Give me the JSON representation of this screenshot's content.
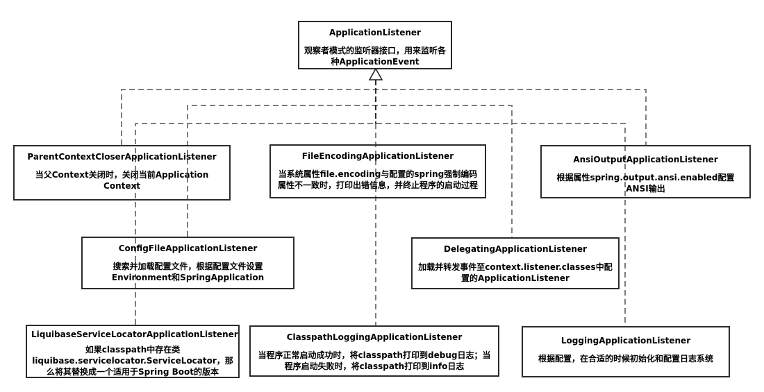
{
  "diagram": {
    "type": "uml-class-hierarchy",
    "relationship": "realization (dashed lines with hollow triangle arrowhead pointing to interface)",
    "colors": {
      "background": "#ffffff",
      "box_border": "#2b2b2b",
      "connector_line": "#7d7d7d",
      "connector_stem_dark": "#2b2b2b",
      "text": "#000000"
    },
    "root": {
      "title": "ApplicationListener",
      "desc": "观察者模式的监听器接口，用来监听各种ApplicationEvent"
    },
    "nodes": [
      {
        "id": "parent-context-closer",
        "title": "ParentContextCloserApplicationListener",
        "desc": "当父Context关闭时，关闭当前Application Context"
      },
      {
        "id": "file-encoding",
        "title": "FileEncodingApplicationListener",
        "desc": "当系统属性file.encoding与配置的spring强制编码属性不一致时，打印出错信息，并终止程序的启动过程"
      },
      {
        "id": "ansi-output",
        "title": "AnsiOutputApplicationListener",
        "desc": "根据属性spring.output.ansi.enabled配置ANSI输出"
      },
      {
        "id": "config-file",
        "title": "ConfigFileApplicationListener",
        "desc": "搜索并加载配置文件，根据配置文件设置Environment和SpringApplication"
      },
      {
        "id": "delegating",
        "title": "DelegatingApplicationListener",
        "desc": "加载并转发事件至context.listener.classes中配置的ApplicationListener"
      },
      {
        "id": "liquibase-service-locator",
        "title": "LiquibaseServiceLocatorApplicationListener",
        "desc": "如果classpath中存在类liquibase.servicelocator.ServiceLocator，那么将其替换成一个适用于Spring Boot的版本"
      },
      {
        "id": "classpath-logging",
        "title": "ClasspathLoggingApplicationListener",
        "desc": "当程序正常启动成功时，将classpath打印到debug日志；当程序启动失败时，将classpath打印到info日志"
      },
      {
        "id": "logging",
        "title": "LoggingApplicationListener",
        "desc": "根据配置，在合适的时候初始化和配置日志系统"
      }
    ]
  }
}
